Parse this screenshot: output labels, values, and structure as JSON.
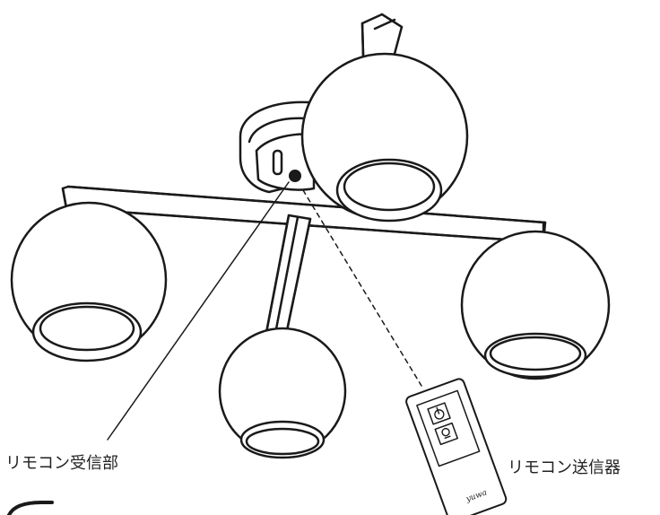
{
  "labels": {
    "receiver": "リモコン受信部",
    "transmitter": "リモコン送信器"
  },
  "remote": {
    "brand": "yuwa",
    "power_icon": "power-icon",
    "light_icon": "light-bulb-icon"
  },
  "colors": {
    "line": "#1a1a1a",
    "background": "#ffffff",
    "text": "#222222"
  }
}
